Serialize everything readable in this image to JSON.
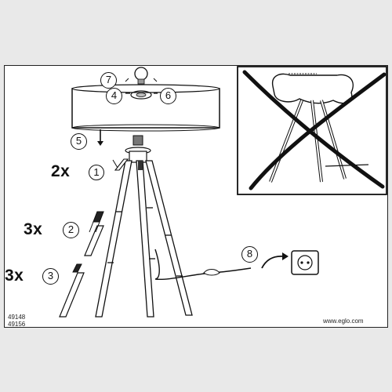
{
  "steps": {
    "s1": "1",
    "s2": "2",
    "s3": "3",
    "s4": "4",
    "s5": "5",
    "s6": "6",
    "s7": "7",
    "s8": "8"
  },
  "quantities": {
    "q1": "2x",
    "q2": "3x",
    "q3": "3x"
  },
  "footer": {
    "model_a": "49148",
    "model_b": "49156",
    "website": "www.eglo.com"
  },
  "colors": {
    "line": "#111111",
    "sheet": "#ffffff",
    "background": "#e9e9e9"
  }
}
